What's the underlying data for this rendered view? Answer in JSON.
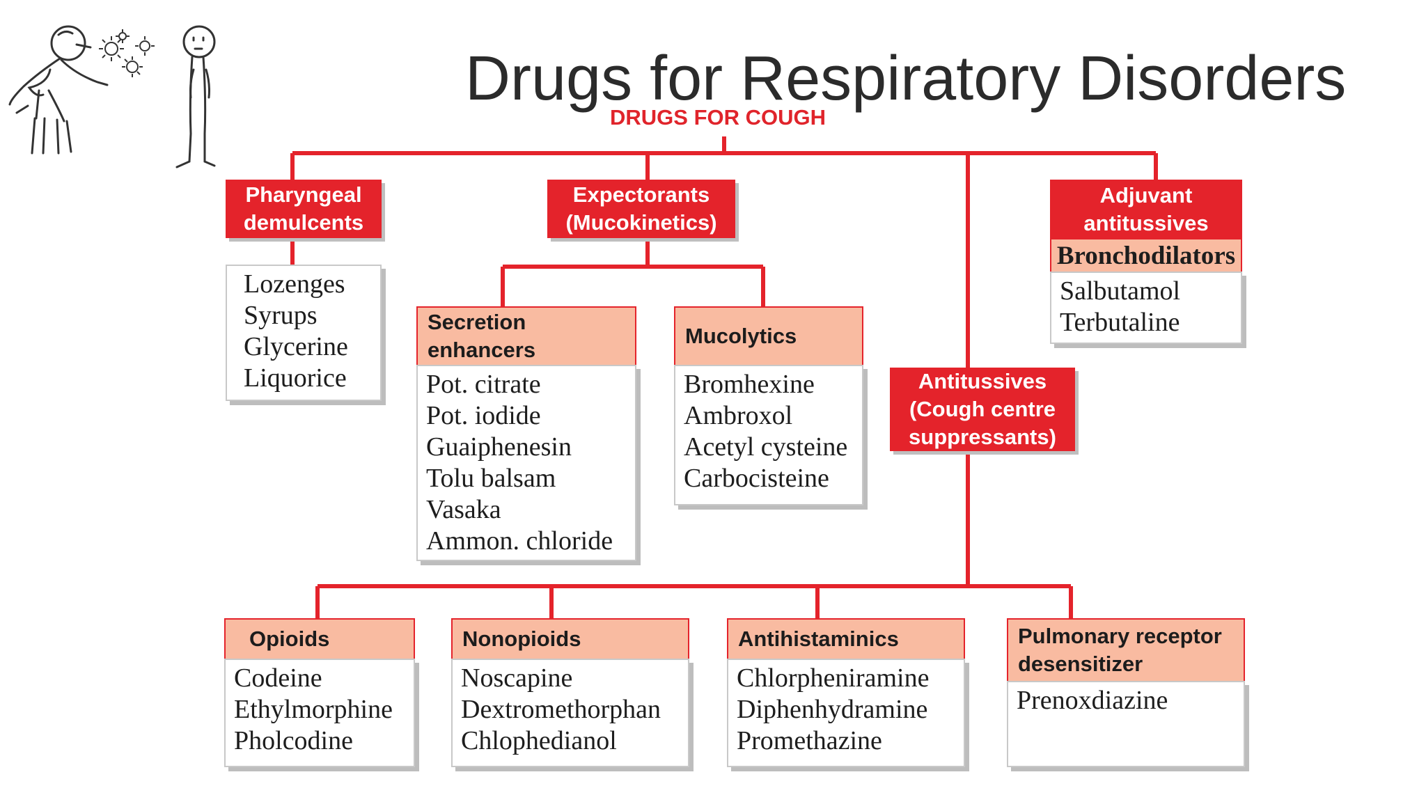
{
  "title": "Drugs for Respiratory Disorders",
  "root": "DRUGS FOR COUGH",
  "colors": {
    "red": "#e4232b",
    "pink": "#f9bba1",
    "title_text": "#2b2b2b"
  },
  "icons": [
    "sneezing-person-icon",
    "startled-person-icon",
    "germ-icon"
  ],
  "pharyngeal": {
    "header_line1": "Pharyngeal",
    "header_line2": "demulcents",
    "items": [
      "Lozenges",
      "Syrups",
      "Glycerine",
      "Liquorice"
    ]
  },
  "expectorants": {
    "header_line1": "Expectorants",
    "header_line2": "(Mucokinetics)",
    "secretion": {
      "header_line1": "Secretion",
      "header_line2": "enhancers",
      "items": [
        "Pot. citrate",
        "Pot. iodide",
        "Guaiphenesin",
        "Tolu balsam",
        "Vasaka",
        "Ammon. chloride"
      ]
    },
    "mucolytics": {
      "header": "Mucolytics",
      "items": [
        "Bromhexine",
        "Ambroxol",
        "Acetyl cysteine",
        "Carbocisteine"
      ]
    }
  },
  "antitussives": {
    "header_line1": "Antitussives",
    "header_line2": "(Cough centre",
    "header_line3": "suppressants)",
    "opioids": {
      "header": "Opioids",
      "items": [
        "Codeine",
        "Ethylmorphine",
        "Pholcodine"
      ]
    },
    "nonopioids": {
      "header": "Nonopioids",
      "items": [
        "Noscapine",
        "Dextromethorphan",
        "Chlophedianol"
      ]
    },
    "antihistaminics": {
      "header": "Antihistaminics",
      "items": [
        "Chlorpheniramine",
        "Diphenhydramine",
        "Promethazine"
      ]
    },
    "pulmonary": {
      "header_line1": "Pulmonary receptor",
      "header_line2": "desensitizer",
      "items": [
        "Prenoxdiazine"
      ]
    }
  },
  "adjuvant": {
    "header_line1": "Adjuvant",
    "header_line2": "antitussives",
    "subheader": "Bronchodilators",
    "items": [
      "Salbutamol",
      "Terbutaline"
    ]
  }
}
